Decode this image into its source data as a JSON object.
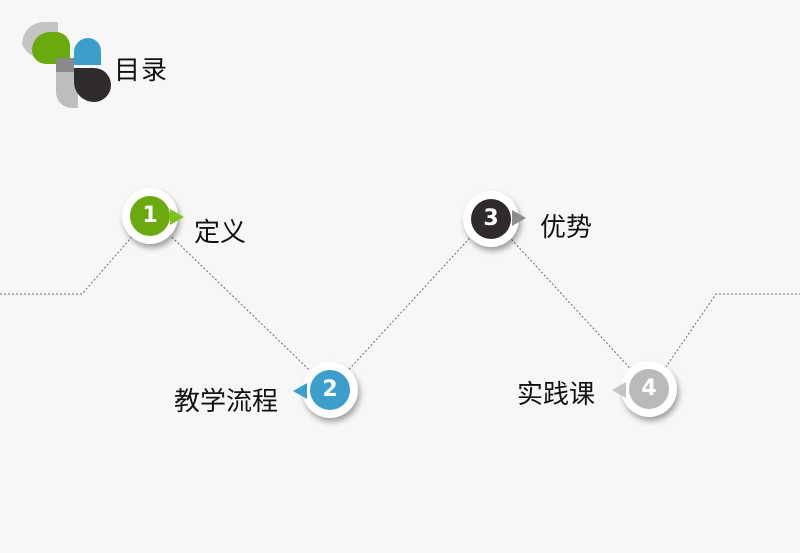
{
  "header": {
    "title": "目录"
  },
  "colors": {
    "green": "#6aaa0e",
    "blue": "#3c9fcb",
    "dark": "#2f2b2b",
    "gray": "#b9b9b9"
  },
  "items": [
    {
      "number": "1",
      "label": "定义",
      "color": "#6aaa0e"
    },
    {
      "number": "2",
      "label": "教学流程",
      "color": "#3c9fcb"
    },
    {
      "number": "3",
      "label": "优势",
      "color": "#2f2b2b"
    },
    {
      "number": "4",
      "label": "实践课",
      "color": "#b9b9b9"
    }
  ]
}
